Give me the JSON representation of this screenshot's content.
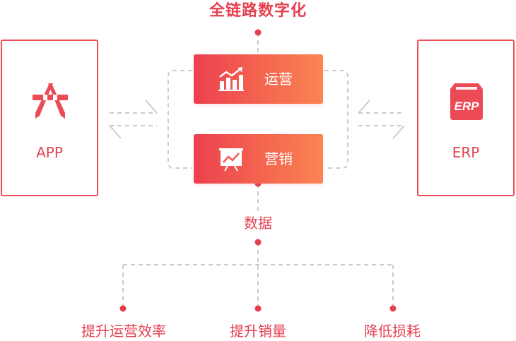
{
  "title": "全链路数字化",
  "left_box": {
    "label": "APP",
    "icon": "app-store-icon"
  },
  "right_box": {
    "label": "ERP",
    "icon": "erp-badge-icon",
    "badge_text": "ERP"
  },
  "center": {
    "items": [
      {
        "label": "运营",
        "icon": "growth-chart-icon"
      },
      {
        "label": "营销",
        "icon": "presentation-board-icon"
      }
    ]
  },
  "data_node": {
    "label": "数据"
  },
  "outcomes": [
    {
      "label": "提升运营效率"
    },
    {
      "label": "提升销量"
    },
    {
      "label": "降低损耗"
    }
  ],
  "colors": {
    "accent": "#e5404f",
    "gradient_start": "#ec4050",
    "gradient_end": "#fb8453",
    "connector": "#cccccc",
    "dot": "#e5404f"
  }
}
